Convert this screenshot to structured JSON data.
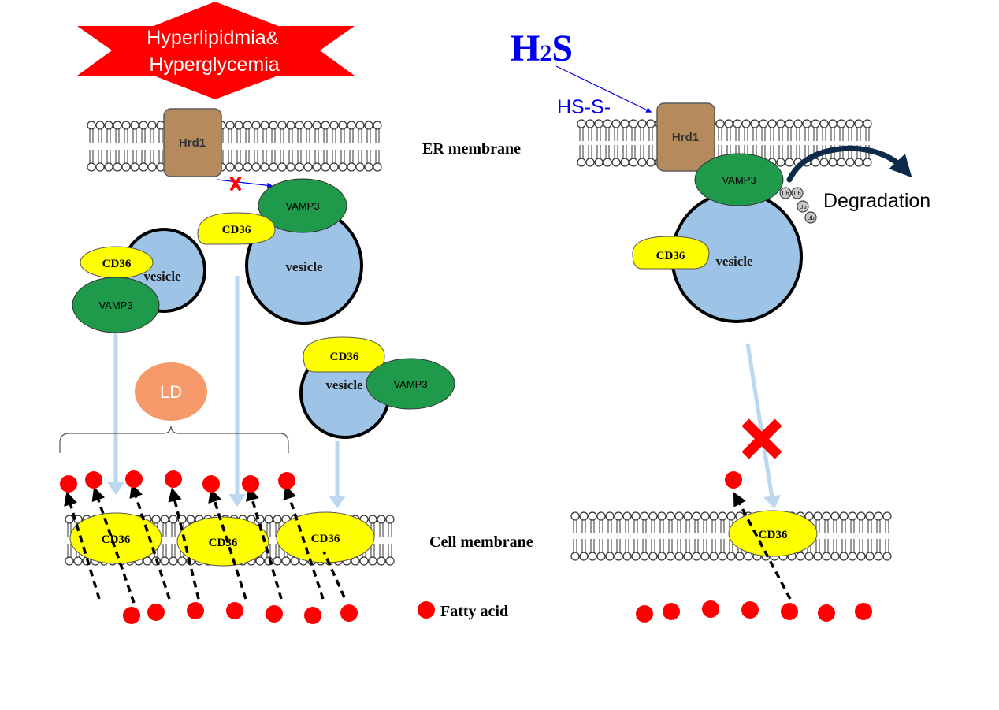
{
  "banner": {
    "line1": "Hyperlipidmia",
    "amp": "&",
    "line2": "Hyperglycemia",
    "color": "#ff0000"
  },
  "h2s": {
    "main": "H",
    "sub": "2",
    "tail": "S",
    "hs": "HS-S-",
    "color": "#0000ee"
  },
  "labels": {
    "er_membrane": "ER membrane",
    "cell_membrane": "Cell membrane",
    "fatty_acid": "Fatty acid",
    "degradation": "Degradation",
    "ld": "LD",
    "hrd1": "Hrd1",
    "cd36": "CD36",
    "vamp3": "VAMP3",
    "vesicle": "vesicle",
    "ub": "Ub"
  },
  "colors": {
    "hrd1": "#b58a5d",
    "cd36": "#ffff00",
    "vamp3": "#1f9a4a",
    "vesicle": "#9dc3e6",
    "ld": "#f79a6b",
    "fatty_acid": "#ff0000",
    "arrow": "#bdd7ee",
    "block": "#ff0000"
  }
}
